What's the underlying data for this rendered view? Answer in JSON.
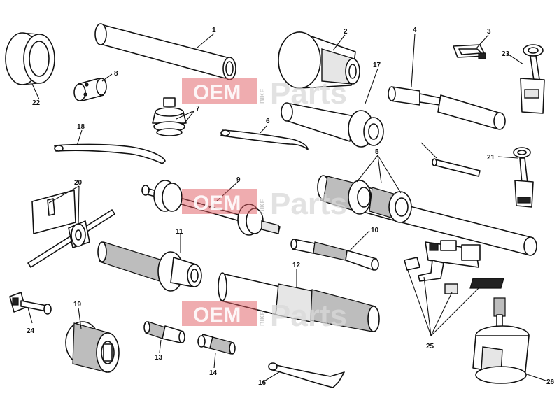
{
  "watermark": {
    "brand": "OEM",
    "vertical": "BIKE",
    "word": "Parts"
  },
  "callouts": {
    "c1": "1",
    "c2": "2",
    "c3": "3",
    "c4": "4",
    "c5": "5",
    "c6": "6",
    "c7": "7",
    "c8": "8",
    "c9": "9",
    "c10": "10",
    "c11": "11",
    "c12": "12",
    "c13": "13",
    "c14": "14",
    "c16": "16",
    "c17": "17",
    "c18": "18",
    "c19": "19",
    "c20": "20",
    "c21": "21",
    "c22": "22",
    "c23": "23",
    "c24": "24",
    "c25": "25",
    "c26": "26"
  },
  "colors": {
    "ink": "#111111",
    "watermark_red": "#e05a60",
    "watermark_grey": "#d9d9d9"
  }
}
